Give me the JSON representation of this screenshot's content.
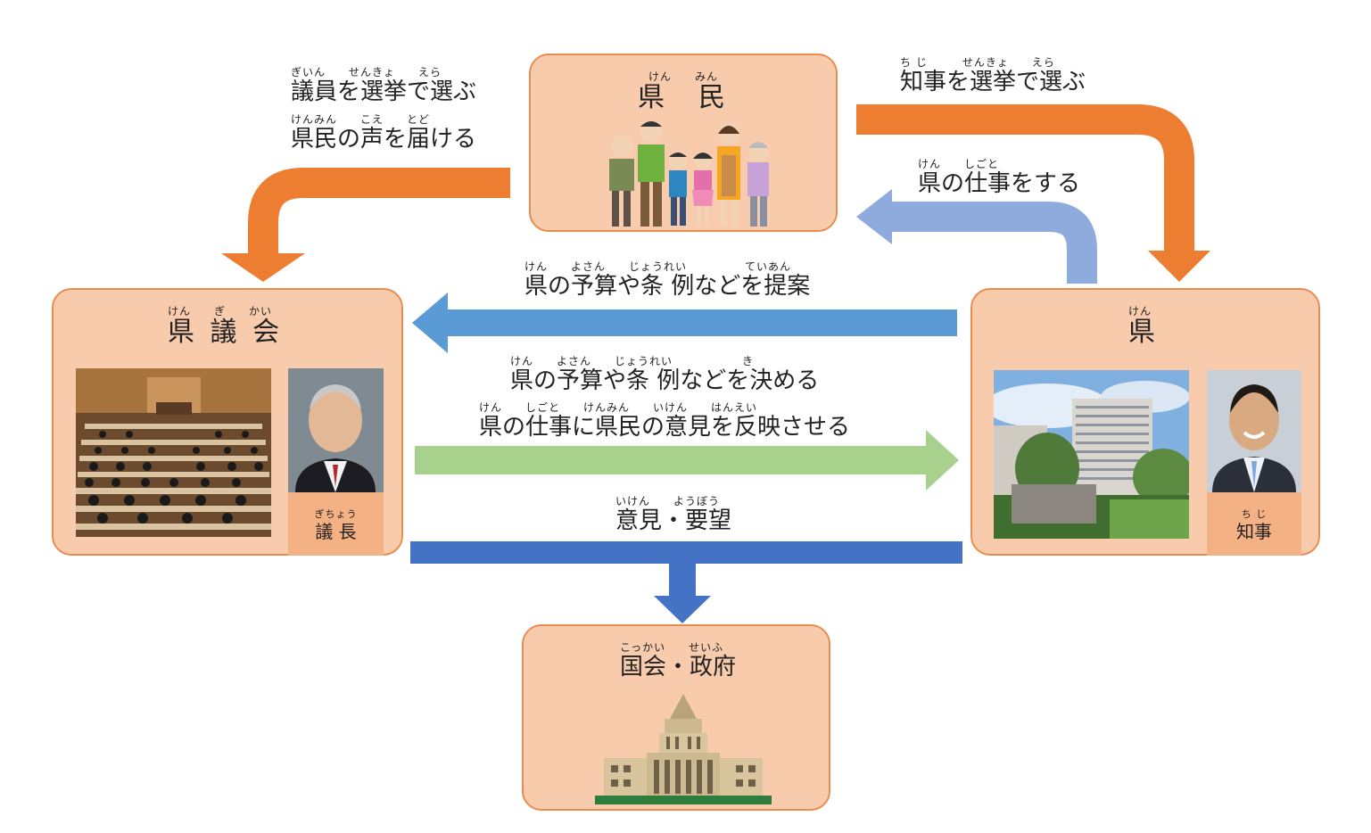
{
  "nodes": {
    "kenmin": {
      "title": "県　民",
      "reading": "けん　　みん"
    },
    "kengikai": {
      "title": "県 議 会",
      "reading": "けん　　ぎ　　かい"
    },
    "ken": {
      "title": "県",
      "reading": "けん"
    },
    "kokkai": {
      "title": "国会・政府",
      "reading": "こっかい　　せいふ"
    }
  },
  "captions": {
    "gicho": {
      "label": "議 長",
      "reading": "ぎちょう"
    },
    "chiji": {
      "label": "知事",
      "reading": "ち じ"
    }
  },
  "arrows": {
    "elect_members": {
      "label": "議員を選挙で選ぶ",
      "reading": "ぎいん　　せんきょ　　えら",
      "color": "#ed7d31"
    },
    "deliver_voice": {
      "label": "県民の声を届ける",
      "reading": "けんみん　　こえ　　とど",
      "color": "#ed7d31"
    },
    "elect_governor": {
      "label": "知事を選挙で選ぶ",
      "reading": "ち じ　　　せんきょ　　えら",
      "color": "#ed7d31"
    },
    "prefecture_work": {
      "label": "県の仕事をする",
      "reading": "けん　　しごと",
      "color": "#8faadc"
    },
    "propose_budget": {
      "label": "県の予算や条 例などを提案",
      "reading": "けん　　よさん　　じょうれい　　　　　ていあん",
      "color": "#5b9bd5"
    },
    "decide_budget": {
      "label": "県の予算や条 例などを決める",
      "reading": "けん　　よさん　　じょうれい　　　　　　き",
      "color": "#a9d18e"
    },
    "reflect_opinion": {
      "label": "県の仕事に県民の意見を反映させる",
      "reading": "けん　　しごと　　けんみん　　いけん　　はんえい",
      "color": "#a9d18e"
    },
    "opinions_requests": {
      "label": "意見・要望",
      "reading": "いけん　　ようぼう",
      "color": "#4472c4"
    }
  },
  "colors": {
    "box_fill": "#f8cbad",
    "box_border": "#e98d4e",
    "caption_fill": "#f4b183"
  }
}
